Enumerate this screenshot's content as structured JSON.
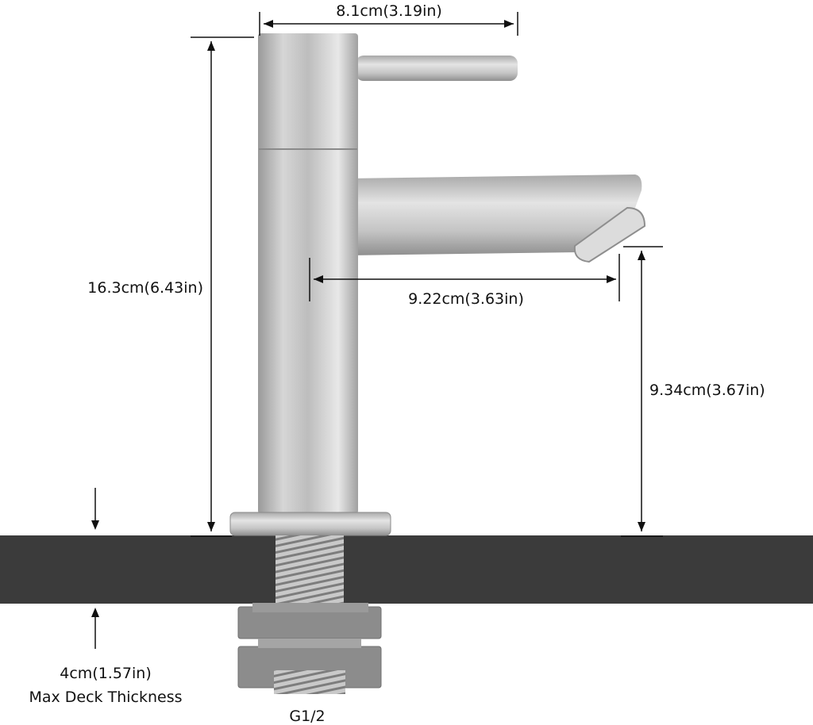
{
  "dimensions": {
    "width_top": "8.1cm(3.19in)",
    "total_height": "16.3cm(6.43in)",
    "spout_reach": "9.22cm(3.63in)",
    "spout_height": "9.34cm(3.67in)",
    "deck_thickness": "4cm(1.57in)",
    "deck_thickness_note": "Max Deck Thickness",
    "thread_size": "G1/2"
  },
  "colors": {
    "countertop": "#3b3b3b",
    "steel_light": "#e6e6e6",
    "steel_mid": "#b9b9b9",
    "steel_dark": "#8d8d8d",
    "nut": "#8a8a8a"
  }
}
